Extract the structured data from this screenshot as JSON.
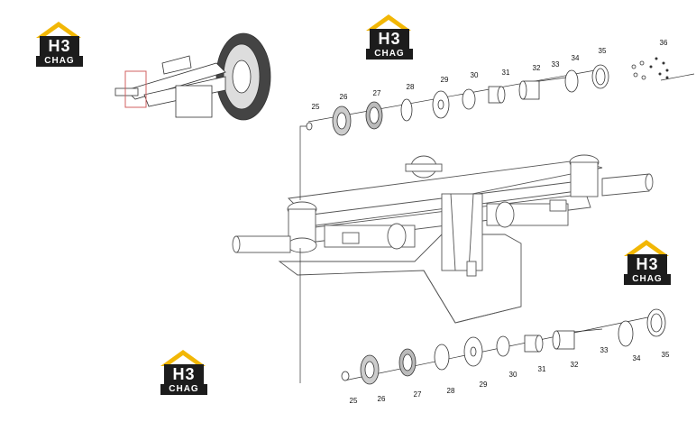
{
  "logo": {
    "mark": "H3",
    "sub": "CHAG",
    "accent": "#f2b705"
  },
  "top_callouts": [
    "25",
    "26",
    "27",
    "28",
    "29",
    "30",
    "31",
    "32",
    "33",
    "34",
    "35",
    "36"
  ],
  "bottom_callouts": [
    "25",
    "26",
    "27",
    "28",
    "29",
    "30",
    "31",
    "32",
    "33",
    "34",
    "35"
  ]
}
